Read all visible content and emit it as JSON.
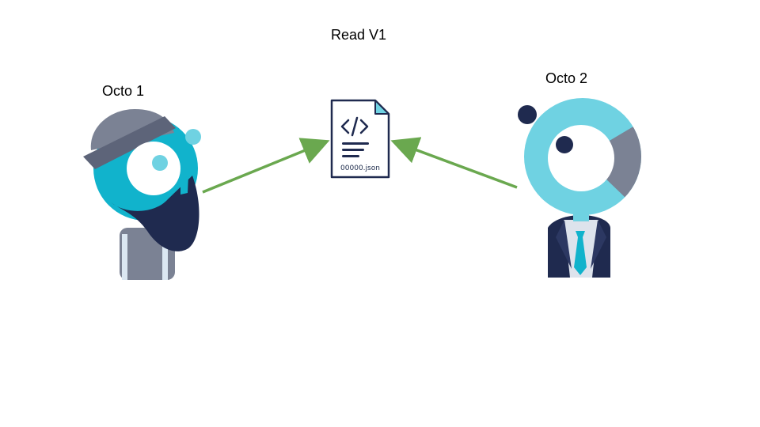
{
  "title": "Read V1",
  "actors": [
    {
      "id": "octo1",
      "label": "Octo 1",
      "icon": "bearded-octo-avatar-icon"
    },
    {
      "id": "octo2",
      "label": "Octo 2",
      "icon": "tie-octo-avatar-icon"
    }
  ],
  "file": {
    "name": "00000.json",
    "icon": "code-file-icon"
  },
  "arrows": [
    {
      "from": "octo1",
      "to": "file"
    },
    {
      "from": "octo2",
      "to": "file"
    }
  ],
  "colors": {
    "arrow": "#6aa84f",
    "navy": "#1f2a4f",
    "cyan": "#6fd2e2",
    "teal": "#11b3cc",
    "gray": "#7b8294"
  }
}
